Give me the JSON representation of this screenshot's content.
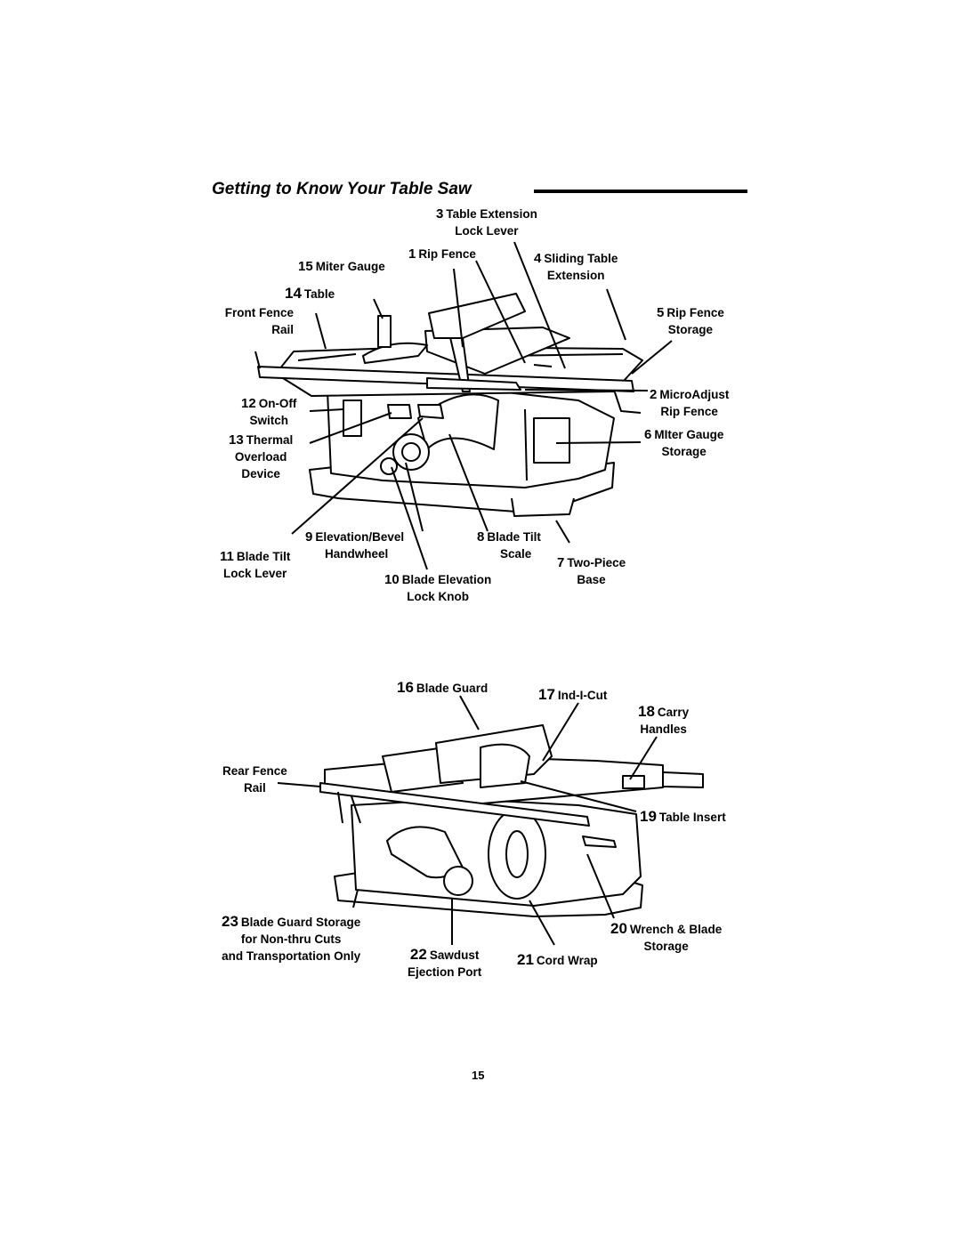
{
  "title": "Getting to Know Your Table Saw",
  "page_number": "15",
  "top_labels": {
    "l1": {
      "num": "1",
      "text": [
        "Rip Fence"
      ]
    },
    "l2": {
      "num": "2",
      "text": [
        "MicroAdjust",
        "Rip Fence"
      ]
    },
    "l3": {
      "num": "3",
      "text": [
        "Table Extension",
        "Lock Lever"
      ]
    },
    "l4": {
      "num": "4",
      "text": [
        "Sliding Table",
        "Extension"
      ]
    },
    "l5": {
      "num": "5",
      "text": [
        "Rip Fence",
        "Storage"
      ]
    },
    "l6": {
      "num": "6",
      "text": [
        "MIter Gauge",
        "Storage"
      ]
    },
    "l7": {
      "num": "7",
      "text": [
        "Two-Piece",
        "Base"
      ]
    },
    "l8": {
      "num": "8",
      "text": [
        "Blade Tilt",
        "Scale"
      ]
    },
    "l9": {
      "num": "9",
      "text": [
        "Elevation/Bevel",
        "Handwheel"
      ]
    },
    "l10": {
      "num": "10",
      "text": [
        "Blade Elevation",
        "Lock Knob"
      ]
    },
    "l11": {
      "num": "11",
      "text": [
        "Blade Tilt",
        "Lock Lever"
      ]
    },
    "l12": {
      "num": "12",
      "text": [
        "On-Off",
        "Switch"
      ]
    },
    "l13": {
      "num": "13",
      "text": [
        "Thermal",
        "Overload",
        "Device"
      ]
    },
    "l14": {
      "num": "14",
      "text": [
        "Table"
      ]
    },
    "l15": {
      "num": "15",
      "text": [
        "Miter Gauge"
      ]
    },
    "front_fence_rail": {
      "text": [
        "Front Fence",
        "Rail"
      ]
    }
  },
  "bottom_labels": {
    "l16": {
      "num": "16",
      "text": [
        "Blade Guard"
      ]
    },
    "l17": {
      "num": "17",
      "text": [
        "Ind-I-Cut"
      ]
    },
    "l18": {
      "num": "18",
      "text": [
        "Carry",
        "Handles"
      ]
    },
    "l19": {
      "num": "19",
      "text": [
        "Table Insert"
      ]
    },
    "l20": {
      "num": "20",
      "text": [
        "Wrench & Blade",
        "Storage"
      ]
    },
    "l21": {
      "num": "21",
      "text": [
        "Cord Wrap"
      ]
    },
    "l22": {
      "num": "22",
      "text": [
        "Sawdust",
        "Ejection Port"
      ]
    },
    "l23": {
      "num": "23",
      "text": [
        "Blade Guard Storage",
        "for Non-thru Cuts",
        "and Transportation Only"
      ]
    },
    "rear_fence_rail": {
      "text": [
        "Rear Fence",
        "Rail"
      ]
    }
  }
}
